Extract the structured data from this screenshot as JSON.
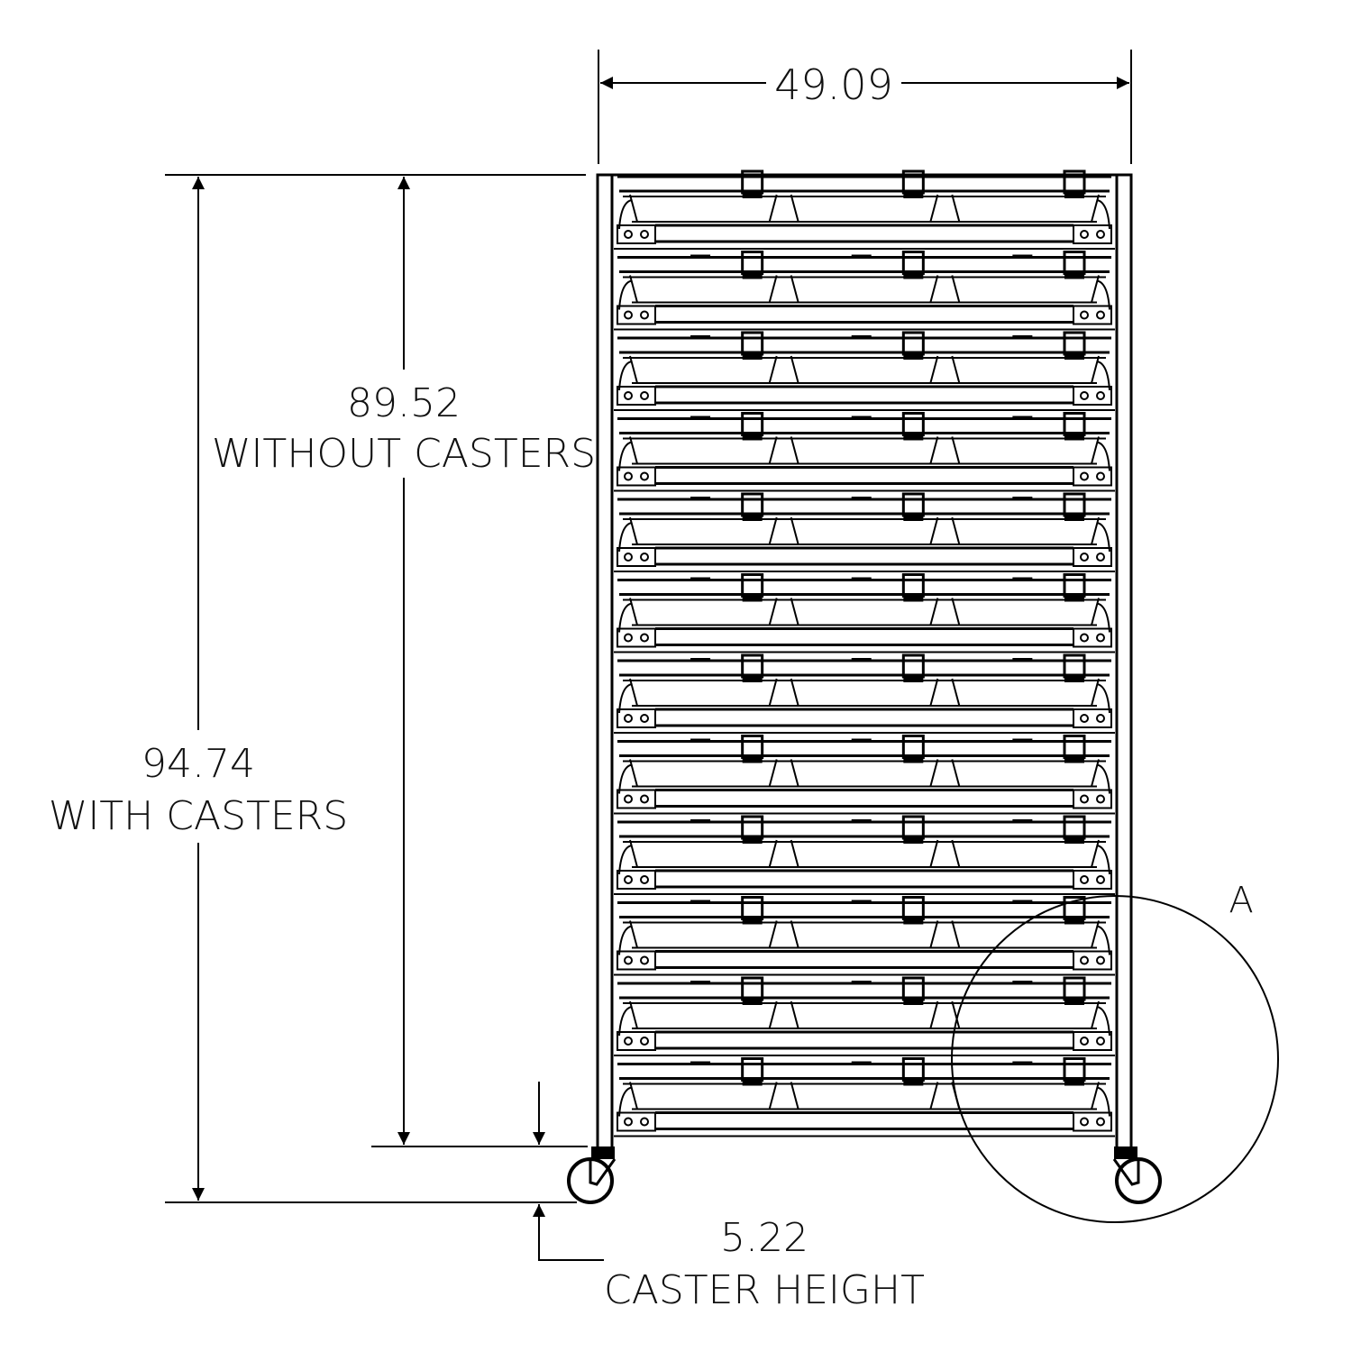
{
  "drawing": {
    "title": "Mobile Bin Rack Front View",
    "line_color": "#000000",
    "background": "#ffffff",
    "shelf_rows": 12,
    "bins_per_row": 3
  },
  "dimensions": {
    "width": {
      "value": "49.09"
    },
    "height_without_casters": {
      "value": "89.52",
      "label": "WITHOUT CASTERS"
    },
    "height_with_casters": {
      "value": "94.74",
      "label": "WITH CASTERS"
    },
    "caster_height": {
      "value": "5.22",
      "label": "CASTER HEIGHT"
    }
  },
  "detail_callout": {
    "label": "A"
  }
}
